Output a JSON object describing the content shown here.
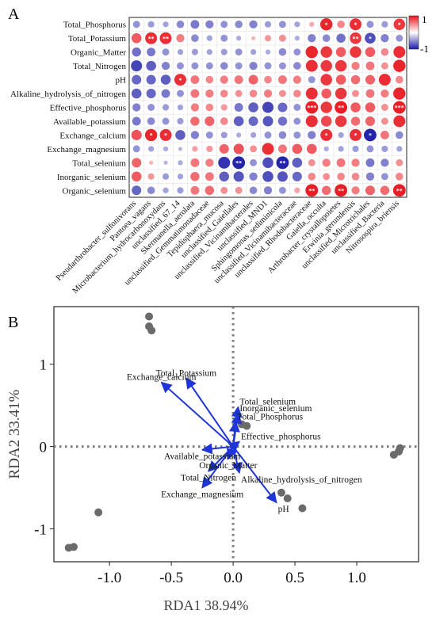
{
  "chart_data": [
    {
      "type": "heatmap",
      "panel_label": "A",
      "rows": [
        "Total_Phosphorus",
        "Total_Potassium",
        "Organic_Matter",
        "Total_Nitrogen",
        "pH",
        "Alkaline_hydrolysis_of_nitrogen",
        "Effective_phosphorus",
        "Available_potassium",
        "Exchange_calcium",
        "Exchange_magnesium",
        "Total_selenium",
        "Inorganic_selenium",
        "Organic_selenium"
      ],
      "columns": [
        "Pseudarthrobacter_sulfonivorans",
        "Pantoea_vagans",
        "Microbacterium_hydrocarbonoxydans",
        "unclassified_67_14",
        "Skermanella_aerolata",
        "unclassified_Gemmatimonadaceae",
        "Tepidisphaera_mucosa",
        "unclassified_Gaiellales",
        "unclassified_Vicinamibacterales",
        "unclassified_MND1",
        "Sphingomonas_sediminicola",
        "unclassified_Vicinamibacteraceae",
        "unclassified_Rhodobacteraceae",
        "Gaiella_occulta",
        "Arthrobacter_crystallopoietes",
        "Erwinia_gerundensis",
        "unclassified_Microtrichales",
        "unclassified_Bacteria",
        "Nitrosospira_briensis"
      ],
      "values": [
        [
          -0.3,
          -0.25,
          -0.2,
          -0.35,
          -0.45,
          -0.4,
          -0.3,
          -0.35,
          -0.4,
          -0.25,
          -0.3,
          -0.2,
          0.15,
          0.9,
          0.35,
          0.85,
          -0.3,
          -0.25,
          0.8
        ],
        [
          0.6,
          0.85,
          0.85,
          0.4,
          -0.35,
          -0.2,
          -0.3,
          -0.15,
          0.1,
          0.25,
          0.3,
          -0.15,
          -0.4,
          -0.35,
          -0.5,
          0.8,
          -0.7,
          -0.4,
          -0.3
        ],
        [
          -0.5,
          -0.45,
          -0.3,
          -0.2,
          -0.25,
          -0.2,
          -0.25,
          -0.3,
          -0.2,
          -0.15,
          -0.35,
          -0.3,
          0.9,
          0.8,
          0.6,
          0.8,
          0.6,
          0.35,
          0.85
        ],
        [
          -0.75,
          -0.6,
          -0.4,
          -0.3,
          -0.3,
          -0.3,
          -0.35,
          -0.3,
          -0.4,
          -0.3,
          -0.3,
          -0.35,
          0.85,
          0.8,
          0.8,
          0.4,
          0.45,
          0.3,
          0.9
        ],
        [
          -0.55,
          -0.55,
          -0.6,
          0.85,
          0.45,
          0.35,
          0.4,
          0.45,
          0.55,
          0.35,
          0.45,
          0.4,
          -0.3,
          0.8,
          0.6,
          0.5,
          0.55,
          0.85,
          0.35
        ],
        [
          -0.6,
          -0.55,
          -0.45,
          -0.3,
          0.45,
          0.4,
          0.35,
          0.3,
          0.35,
          0.4,
          0.3,
          0.35,
          0.85,
          0.6,
          0.8,
          0.3,
          0.45,
          0.4,
          0.9
        ],
        [
          -0.4,
          -0.3,
          -0.25,
          -0.2,
          0.4,
          0.35,
          0.25,
          -0.45,
          -0.6,
          -0.75,
          -0.55,
          -0.3,
          0.95,
          0.8,
          0.95,
          0.6,
          0.6,
          0.3,
          0.95
        ],
        [
          -0.45,
          -0.35,
          -0.3,
          -0.25,
          0.5,
          0.55,
          0.35,
          -0.6,
          -0.55,
          -0.65,
          -0.5,
          -0.3,
          0.85,
          0.7,
          0.8,
          0.5,
          0.55,
          0.3,
          0.85
        ],
        [
          0.65,
          0.9,
          0.85,
          -0.6,
          -0.4,
          -0.3,
          -0.25,
          -0.15,
          -0.2,
          -0.3,
          -0.35,
          -0.3,
          -0.4,
          0.85,
          -0.2,
          0.85,
          -0.95,
          0.45,
          -0.35
        ],
        [
          -0.3,
          -0.2,
          -0.15,
          -0.1,
          0.2,
          0.25,
          0.55,
          0.65,
          0.3,
          0.85,
          0.45,
          0.6,
          0.6,
          -0.15,
          -0.2,
          -0.25,
          -0.3,
          -0.25,
          -0.2
        ],
        [
          0.55,
          0.1,
          -0.1,
          -0.15,
          0.45,
          0.4,
          -0.85,
          -0.95,
          -0.3,
          -0.7,
          -0.95,
          -0.6,
          0.3,
          0.4,
          0.45,
          0.4,
          -0.45,
          -0.4,
          0.3
        ],
        [
          0.6,
          0.25,
          -0.25,
          -0.2,
          0.5,
          0.45,
          -0.6,
          -0.65,
          -0.4,
          -0.7,
          -0.65,
          -0.55,
          0.35,
          0.3,
          0.35,
          0.35,
          -0.4,
          -0.3,
          0.35
        ],
        [
          -0.55,
          -0.35,
          -0.2,
          -0.25,
          0.45,
          0.5,
          0.3,
          0.3,
          -0.35,
          -0.4,
          -0.3,
          0.2,
          0.95,
          0.5,
          0.95,
          0.4,
          0.55,
          0.5,
          0.95
        ]
      ],
      "significance": [
        [
          "",
          "",
          "",
          "",
          "",
          "",
          "",
          "",
          "",
          "",
          "",
          "",
          "",
          "*",
          "",
          "*",
          "",
          "",
          "*"
        ],
        [
          "",
          "**",
          "**",
          "",
          "",
          "",
          "",
          "",
          "",
          "",
          "",
          "",
          "",
          "",
          "",
          "**",
          "*",
          "",
          ""
        ],
        [
          "",
          "",
          "",
          "",
          "",
          "",
          "",
          "",
          "",
          "",
          "",
          "",
          "",
          "",
          "",
          "",
          "",
          "",
          ""
        ],
        [
          "",
          "",
          "",
          "",
          "",
          "",
          "",
          "",
          "",
          "",
          "",
          "",
          "",
          "",
          "",
          "",
          "",
          "",
          ""
        ],
        [
          "",
          "",
          "",
          "*",
          "",
          "",
          "",
          "",
          "",
          "",
          "",
          "",
          "",
          "",
          "",
          "",
          "",
          "",
          ""
        ],
        [
          "",
          "",
          "",
          "",
          "",
          "",
          "",
          "",
          "",
          "",
          "",
          "",
          "",
          "",
          "",
          "",
          "",
          "",
          ""
        ],
        [
          "",
          "",
          "",
          "",
          "",
          "",
          "",
          "",
          "",
          "",
          "",
          "",
          "***",
          "",
          "**",
          "",
          "",
          "",
          "***"
        ],
        [
          "",
          "",
          "",
          "",
          "",
          "",
          "",
          "",
          "",
          "",
          "",
          "",
          "",
          "",
          "",
          "",
          "",
          "",
          ""
        ],
        [
          "",
          "*",
          "*",
          "",
          "",
          "",
          "",
          "",
          "",
          "",
          "",
          "",
          "",
          "*",
          "",
          "*",
          "*",
          "",
          ""
        ],
        [
          "",
          "",
          "",
          "",
          "",
          "",
          "",
          "",
          "",
          "",
          "",
          "",
          "",
          "",
          "",
          "",
          "",
          "",
          ""
        ],
        [
          "",
          "",
          "",
          "",
          "",
          "",
          "",
          "**",
          "",
          "",
          "**",
          "",
          "",
          "",
          "",
          "",
          "",
          "",
          ""
        ],
        [
          "",
          "",
          "",
          "",
          "",
          "",
          "",
          "",
          "",
          "",
          "",
          "",
          "",
          "",
          "",
          "",
          "",
          "",
          ""
        ],
        [
          "",
          "",
          "",
          "",
          "",
          "",
          "",
          "",
          "",
          "",
          "",
          "",
          "**",
          "",
          "**",
          "",
          "",
          "",
          "**"
        ]
      ],
      "colorbar": {
        "max_label": "1",
        "min_label": "-1",
        "range": [
          -1,
          1
        ],
        "colors": {
          "positive": "#e8141c",
          "neutral": "#ffffff",
          "negative": "#1a1aa8"
        }
      }
    },
    {
      "type": "scatter",
      "panel_label": "B",
      "xlabel": "RDA1 38.94%",
      "ylabel": "RDA2 33.41%",
      "xlim": [
        -1.45,
        1.5
      ],
      "ylim": [
        -1.4,
        1.7
      ],
      "xticks": [
        -1.0,
        -0.5,
        0.0,
        0.5,
        1.0
      ],
      "xtick_labels": [
        "-1.0",
        "-0.5",
        "0.0",
        "0.5",
        "1.0"
      ],
      "yticks": [
        -1,
        0,
        1
      ],
      "ytick_labels": [
        "-1",
        "0",
        "1"
      ],
      "points": [
        {
          "x": -0.68,
          "y": 1.58
        },
        {
          "x": -0.68,
          "y": 1.46
        },
        {
          "x": -0.66,
          "y": 1.41
        },
        {
          "x": -1.33,
          "y": -1.23
        },
        {
          "x": -1.29,
          "y": -1.22
        },
        {
          "x": -1.09,
          "y": -0.8
        },
        {
          "x": 0.39,
          "y": -0.56
        },
        {
          "x": 0.44,
          "y": -0.63
        },
        {
          "x": 0.56,
          "y": -0.75
        },
        {
          "x": 1.3,
          "y": -0.1
        },
        {
          "x": 1.34,
          "y": -0.06
        },
        {
          "x": 1.35,
          "y": -0.02
        },
        {
          "x": 0.07,
          "y": 0.27
        },
        {
          "x": 0.11,
          "y": 0.25
        }
      ],
      "arrows": [
        {
          "label": "Total_Potassium",
          "x": -0.38,
          "y": 0.83
        },
        {
          "label": "Exchange_calcium",
          "x": -0.58,
          "y": 0.78
        },
        {
          "label": "Total_selenium",
          "x": 0.04,
          "y": 0.48
        },
        {
          "label": "Inorganic_selenium",
          "x": 0.04,
          "y": 0.4
        },
        {
          "label": "Total_Phosphorus",
          "x": 0.02,
          "y": 0.3
        },
        {
          "label": "Effective_phosphorus",
          "x": 0.05,
          "y": 0.06
        },
        {
          "label": "Available_potassium",
          "x": -0.25,
          "y": -0.04
        },
        {
          "label": "Organic_Matter",
          "x": -0.04,
          "y": -0.15
        },
        {
          "label": "Total_Nitrogen",
          "x": -0.2,
          "y": -0.3
        },
        {
          "label": "Alkaline_hydrolysis_of_nitrogen",
          "x": 0.05,
          "y": -0.32
        },
        {
          "label": "Exchange_magnesium",
          "x": -0.25,
          "y": -0.5
        },
        {
          "label": "pH",
          "x": 0.35,
          "y": -0.68
        }
      ],
      "colors": {
        "points": "#6b6b6b",
        "arrows": "#1f35d6",
        "zero_lines": "#7a7a7a"
      }
    }
  ]
}
